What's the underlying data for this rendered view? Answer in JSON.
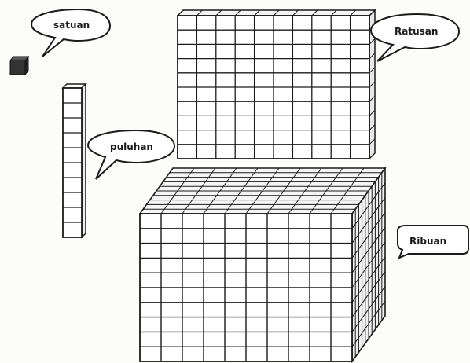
{
  "labels": {
    "satuan": "satuan",
    "puluhan": "puluhan",
    "ratusan": "Ratusan",
    "ribuan": "Ribuan"
  },
  "blocks": {
    "satuan_count": 1,
    "puluhan_count": 10,
    "ratusan_count": 100,
    "ribuan_count": 1000
  },
  "colors": {
    "ink": "#1b1b1b",
    "cube_fill": "#3a3a3a",
    "paper": "#fcfcfa"
  }
}
